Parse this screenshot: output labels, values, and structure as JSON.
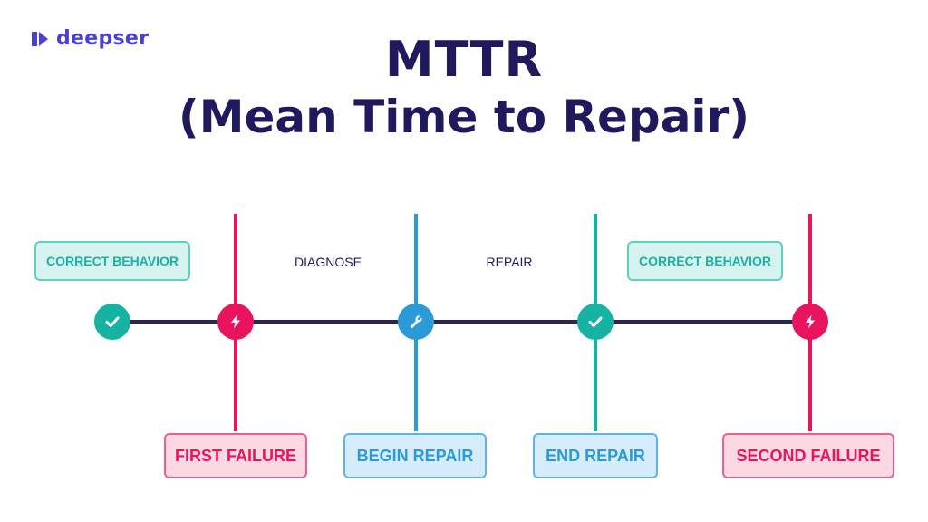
{
  "logo": {
    "text": "deepser",
    "icon": "play-arrow-logo-icon"
  },
  "title": {
    "line1": "MTTR",
    "line2": "(Mean Time to Repair)"
  },
  "phases": {
    "diagnose": "DIAGNOSE",
    "repair": "REPAIR"
  },
  "states": {
    "left": "CORRECT BEHAVIOR",
    "right": "CORRECT BEHAVIOR"
  },
  "events": {
    "first_failure": "FIRST FAILURE",
    "begin_repair": "BEGIN REPAIR",
    "end_repair": "END REPAIR",
    "second_failure": "SECOND FAILURE"
  },
  "icons": {
    "start": "check-icon",
    "first_failure": "lightning-icon",
    "begin_repair": "wrench-icon",
    "end_repair": "check-icon",
    "second_failure": "lightning-icon"
  },
  "colors": {
    "navy": "#20195e",
    "brand": "#4b3fd8",
    "failure": "#e8145e",
    "repair": "#2b9ad8",
    "ok": "#16b3a2"
  }
}
